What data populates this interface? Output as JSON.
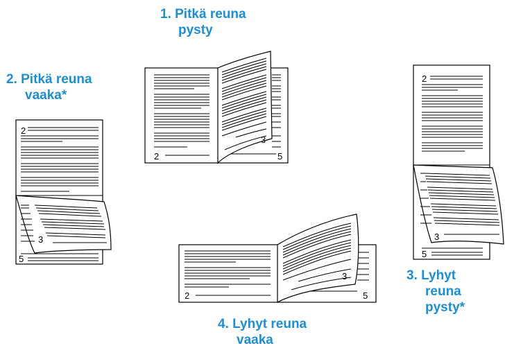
{
  "colors": {
    "label": "#1a8fd6",
    "line": "#000000",
    "paper": "#ffffff"
  },
  "labels": {
    "long_edge_portrait": {
      "line1": "1. Pitkä reuna",
      "line2": "pysty"
    },
    "long_edge_landscape": {
      "line1": "2. Pitkä reuna",
      "line2": "vaaka*"
    },
    "short_edge_portrait": {
      "line1": "3. Lyhyt",
      "line2": "reuna",
      "line3": "pysty*"
    },
    "short_edge_landscape": {
      "line1": "4. Lyhyt reuna",
      "line2": "vaaka"
    }
  },
  "page_numbers": {
    "a": "2",
    "b": "3",
    "c": "5"
  }
}
